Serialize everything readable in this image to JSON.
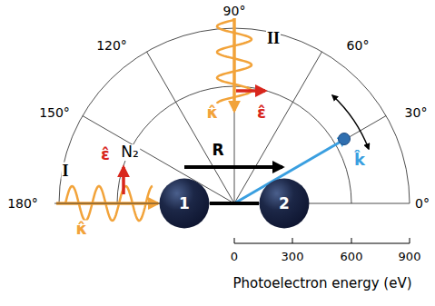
{
  "diagram": {
    "nodes": [
      {
        "text": [
          "1"
        ]
      },
      {
        "text": [
          "2"
        ]
      }
    ],
    "edges": [
      {
        "from": 0,
        "to": 1,
        "arrow": "none"
      }
    ],
    "labels": [
      "90°",
      "60°",
      "30°",
      "0°",
      "120°",
      "150°",
      "180°",
      "I",
      "II",
      "κ̂",
      "ε̂",
      "κ̂",
      "ε̂",
      "N₂",
      "R",
      "k̂",
      "0",
      "300",
      "600",
      "900",
      "Photoelectron energy (eV)"
    ]
  }
}
